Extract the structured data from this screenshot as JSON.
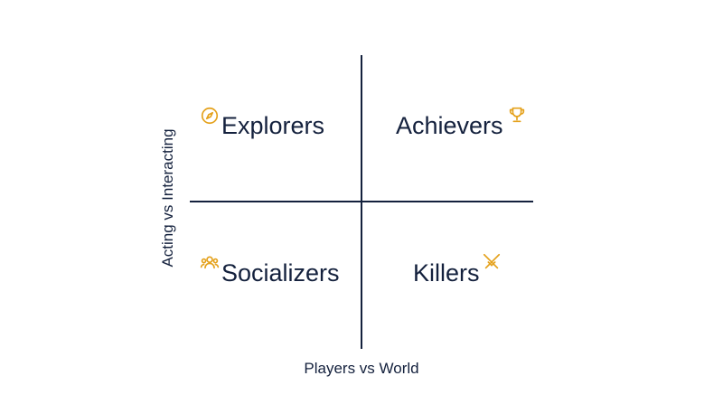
{
  "quadrants": {
    "top_left": {
      "label": "Explorers",
      "icon": "compass-icon"
    },
    "top_right": {
      "label": "Achievers",
      "icon": "trophy-icon"
    },
    "bottom_left": {
      "label": "Socializers",
      "icon": "people-icon"
    },
    "bottom_right": {
      "label": "Killers",
      "icon": "crossed-swords-icon"
    }
  },
  "axes": {
    "x_label": "Players vs World",
    "y_label": "Acting vs Interacting"
  },
  "colors": {
    "text": "#14213d",
    "accent": "#e4a11b"
  }
}
